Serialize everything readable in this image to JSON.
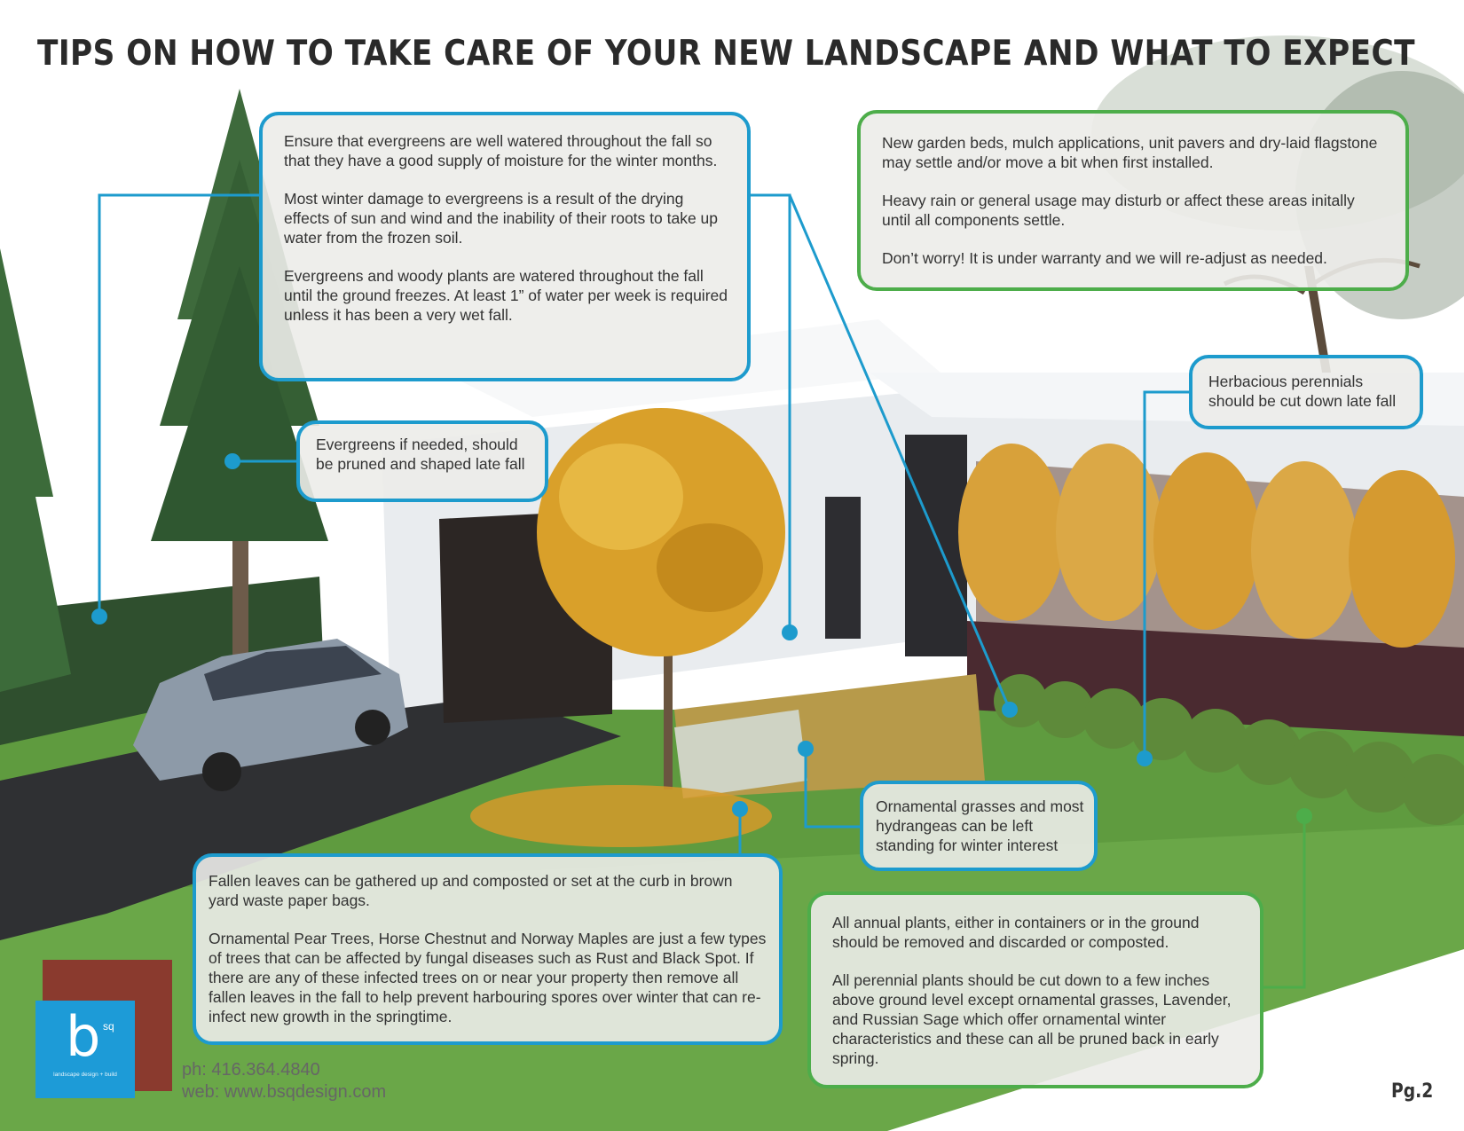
{
  "title": "TIPS ON HOW TO TAKE CARE OF YOUR NEW LANDSCAPE AND WHAT TO EXPECT",
  "callouts": {
    "evergreen_water": [
      "Ensure that evergreens are well watered throughout the fall so that they have a good supply of moisture for the winter months.",
      "Most winter damage to evergreens is a result of the drying effects of sun and wind and the inability of their roots to take up water from the frozen soil.",
      "Evergreens and woody plants are watered throughout the fall until the ground freezes.  At least 1”   of water per week is required unless it has been a very wet fall."
    ],
    "prune": "Evergreens if needed, should be pruned and shaped late fall",
    "settle": [
      "New garden beds, mulch applications, unit pavers and dry-laid flagstone may settle and/or move a bit when first installed.",
      "Heavy rain or general usage may disturb or affect these areas initally until all components settle.",
      "Don’t worry! It is under warranty and we will re-adjust as needed."
    ],
    "perennials": "Herbacious perennials should be cut down late fall",
    "grasses": "Ornamental grasses and most hydrangeas can be left standing for winter interest",
    "leaves": [
      "Fallen leaves can be gathered up and composted or set at the curb in brown yard waste paper bags.",
      "Ornamental Pear Trees, Horse Chestnut and Norway Maples are just a few types of trees that can be affected by fungal diseases such as Rust and Black Spot. If there are any of these infected trees on or near your property then remove all fallen leaves in the fall to help prevent harbouring spores over winter that can re-infect new growth in the springtime."
    ],
    "annuals": [
      "All annual plants, either in containers or in the ground should be removed and discarded or composted.",
      "All perennial plants should be cut down to a few inches above ground level except ornamental grasses, Lavender, and Russian Sage which offer ornamental winter characteristics and these can all be pruned back in early spring."
    ]
  },
  "logo": {
    "letter": "b",
    "superscript": "sq",
    "tagline": "landscape design + build"
  },
  "contact": {
    "phone": "ph: 416.364.4840",
    "web": "web: www.bsqdesign.com"
  },
  "page_number": "Pg.2",
  "colors": {
    "blue_border": "#1d9bcd",
    "green_border": "#4dad4a",
    "logo_blue": "#1d9bd7",
    "logo_red": "#8a3a2e"
  }
}
